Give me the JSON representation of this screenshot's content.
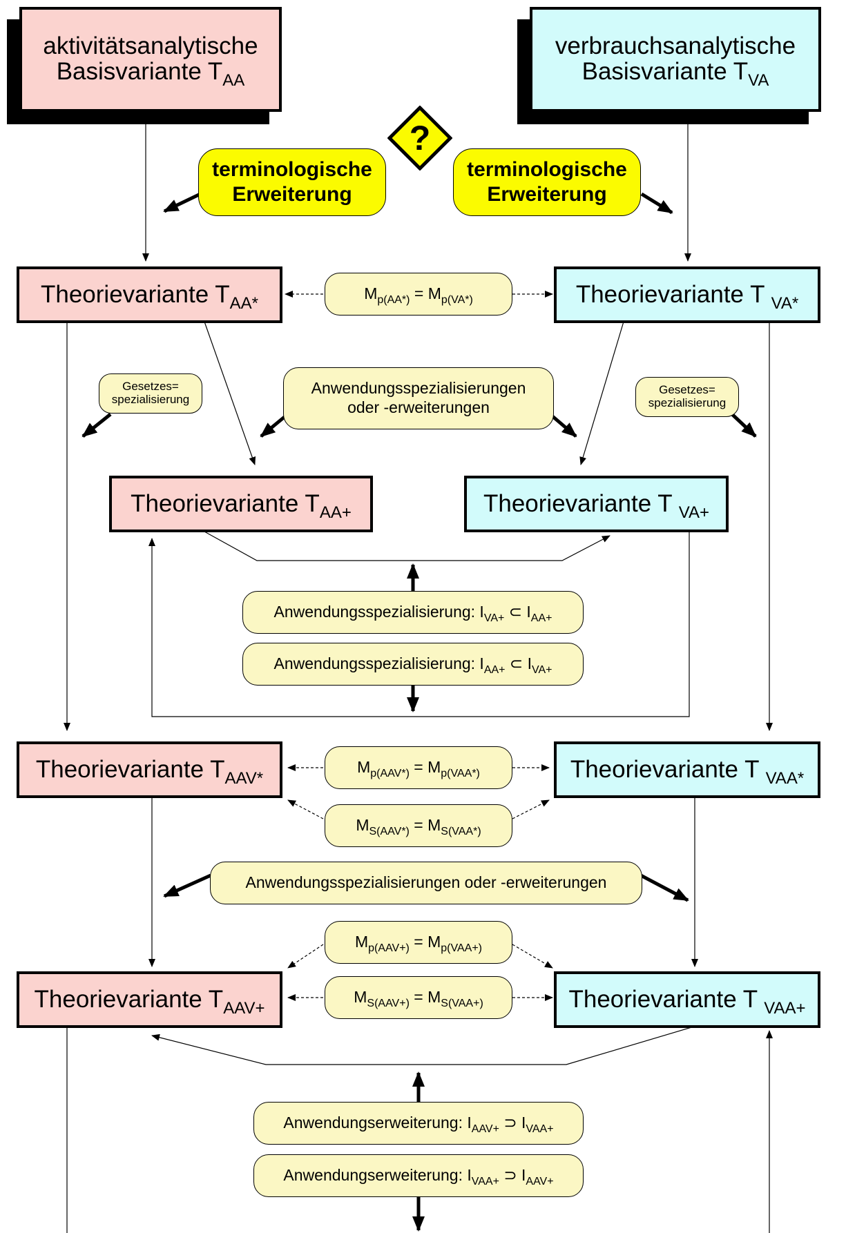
{
  "basis": {
    "aa": {
      "line1": "aktivitätsanalytische",
      "line2": "Basisvariante T",
      "sub": "AA"
    },
    "va": {
      "line1": "verbrauchsanalytische",
      "line2": "Basisvariante T",
      "sub": "VA"
    }
  },
  "question_mark": "?",
  "terminological": {
    "line1": "terminologische",
    "line2": "Erweiterung"
  },
  "law_spec": {
    "line1": "Gesetzes=",
    "line2": "spezialisierung"
  },
  "theory": {
    "aa_star": {
      "text": "Theorievariante T",
      "sub": "AA*"
    },
    "va_star": {
      "text": "Theorievariante T ",
      "sub": "VA*"
    },
    "aa_plus": {
      "text": "Theorievariante T",
      "sub": "AA+"
    },
    "va_plus": {
      "text": "Theorievariante T ",
      "sub": "VA+"
    },
    "aav_star": {
      "text": "Theorievariante T",
      "sub": "AAV*"
    },
    "vaa_star": {
      "text": "Theorievariante T ",
      "sub": "VAA*"
    },
    "aav_plus": {
      "text": "Theorievariante T",
      "sub": "AAV+"
    },
    "vaa_plus": {
      "text": "Theorievariante T ",
      "sub": "VAA+"
    }
  },
  "eq1": {
    "m": "M",
    "left_sub": "p(AA*)",
    "eq": " = M",
    "right_sub": "p(VA*)"
  },
  "app_spec_ext": {
    "line1": "Anwendungsspezialisierungen",
    "line2": "oder -erweiterungen"
  },
  "app_spec_1": {
    "text": "Anwendungsspezialisierung: I",
    "sub1": "VA+",
    "op": " ⊂ I",
    "sub2": "AA+"
  },
  "app_spec_2": {
    "text": "Anwendungsspezialisierung: I",
    "sub1": "AA+",
    "op": " ⊂ I",
    "sub2": "VA+"
  },
  "eq2": {
    "m": "M",
    "left_sub": "p(AAV*)",
    "eq": " = M",
    "right_sub": "p(VAA*)"
  },
  "eq3": {
    "m": "M",
    "left_sub": "S(AAV*)",
    "eq": " = M",
    "right_sub": "S(VAA*)"
  },
  "app_spec_ext_2": "Anwendungsspezialisierungen oder -erweiterungen",
  "eq4": {
    "m": "M",
    "left_sub": "p(AAV+)",
    "eq": " = M",
    "right_sub": "p(VAA+)"
  },
  "eq5": {
    "m": "M",
    "left_sub": "S(AAV+)",
    "eq": " = M",
    "right_sub": "S(VAA+)"
  },
  "app_ext_1": {
    "text": "Anwendungserweiterung: I",
    "sub1": "AAV+",
    "op": " ⊃ I",
    "sub2": "VAA+"
  },
  "app_ext_2": {
    "text": "Anwendungserweiterung: I",
    "sub1": "VAA+",
    "op": " ⊃ I",
    "sub2": "AAV+"
  },
  "colors": {
    "pink": "#fbd3cf",
    "cyan": "#d2fbfb",
    "pale_yellow": "#fbf7c4",
    "yellow": "#fbfb00"
  }
}
